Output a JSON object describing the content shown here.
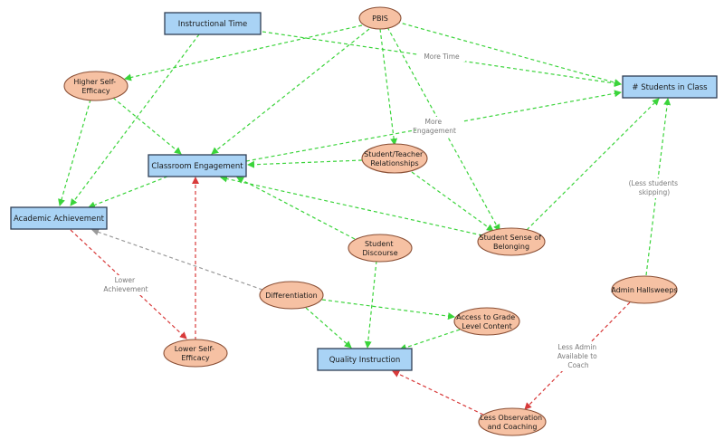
{
  "colors": {
    "box_fill": "#a9d3f5",
    "box_stroke": "#2f3f55",
    "oval_fill": "#f6c1a3",
    "oval_stroke": "#8a4f35",
    "positive": "#3bd43b",
    "negative": "#d83a3a",
    "neutral": "#9a9a9a"
  },
  "nodes": {
    "instructional_time": "Instructional Time",
    "pbis": "PBIS",
    "higher_self_efficacy": [
      "Higher Self-",
      "Efficacy"
    ],
    "students_in_class": "# Students in Class",
    "classroom_engagement": "Classroom Engagement",
    "student_teacher_relationships": [
      "Student/Teacher",
      "Relationships"
    ],
    "academic_achievement": "Academic Achievement",
    "student_sense_of_belonging": [
      "Student Sense of",
      "Belonging"
    ],
    "student_discourse": [
      "Student",
      "Discourse"
    ],
    "differentiation": "Differentiation",
    "admin_hallsweeps": "Admin Hallsweeps",
    "access_to_grade_level_content": [
      "Access to Grade",
      "Level Content"
    ],
    "lower_self_efficacy": [
      "Lower Self-",
      "Efficacy"
    ],
    "quality_instruction": "Quality Instruction",
    "less_observation_and_coaching": [
      "Less Observation",
      "and Coaching"
    ]
  },
  "edge_labels": {
    "more_time": "More Time",
    "more_engagement": [
      "More",
      "Engagement"
    ],
    "less_students_skipping": [
      "(Less students",
      "skipping)"
    ],
    "lower_achievement": [
      "Lower",
      "Achievement"
    ],
    "less_admin_available": [
      "Less Admin",
      "Available to",
      "Coach"
    ]
  }
}
